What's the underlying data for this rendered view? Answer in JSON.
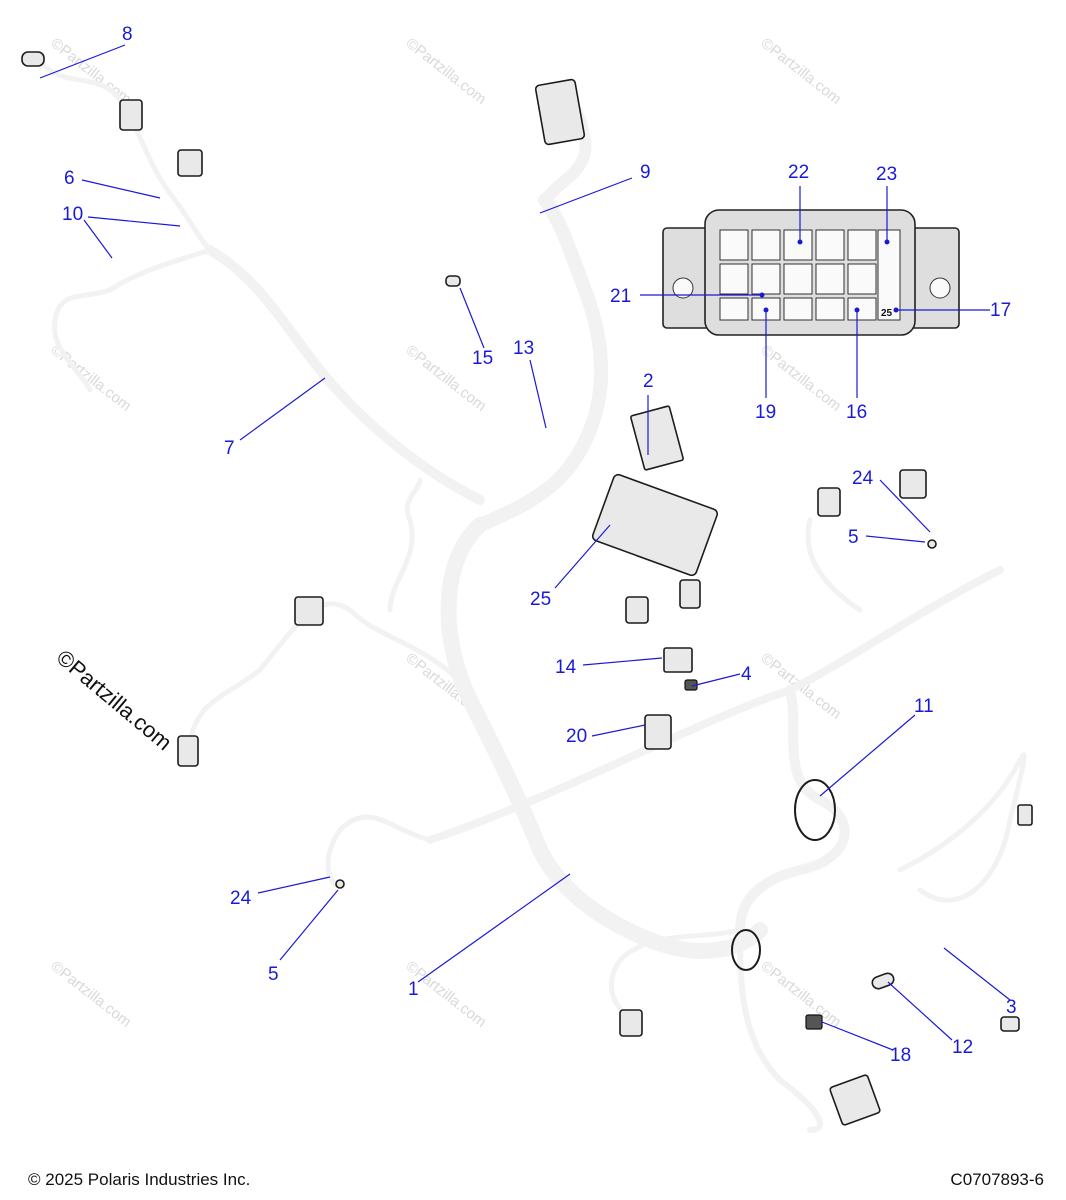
{
  "callouts": {
    "c1": "1",
    "c2": "2",
    "c3": "3",
    "c4": "4",
    "c5a": "5",
    "c5b": "5",
    "c6": "6",
    "c7": "7",
    "c8": "8",
    "c9": "9",
    "c10": "10",
    "c11": "11",
    "c12": "12",
    "c13": "13",
    "c14": "14",
    "c15": "15",
    "c16": "16",
    "c17": "17",
    "c18": "18",
    "c19": "19",
    "c20": "20",
    "c21": "21",
    "c22": "22",
    "c23": "23",
    "c24a": "24",
    "c24b": "24",
    "c25": "25"
  },
  "detail_cell_label": "25",
  "watermark_text": "©Partzilla.com",
  "footer": {
    "copyright": "© 2025 Polaris Industries Inc.",
    "diagram_id": "C0707893-6"
  },
  "colors": {
    "callout": "#1a1ad6",
    "line_art": "#1c1c1c",
    "watermark": "#d9d9d9"
  }
}
